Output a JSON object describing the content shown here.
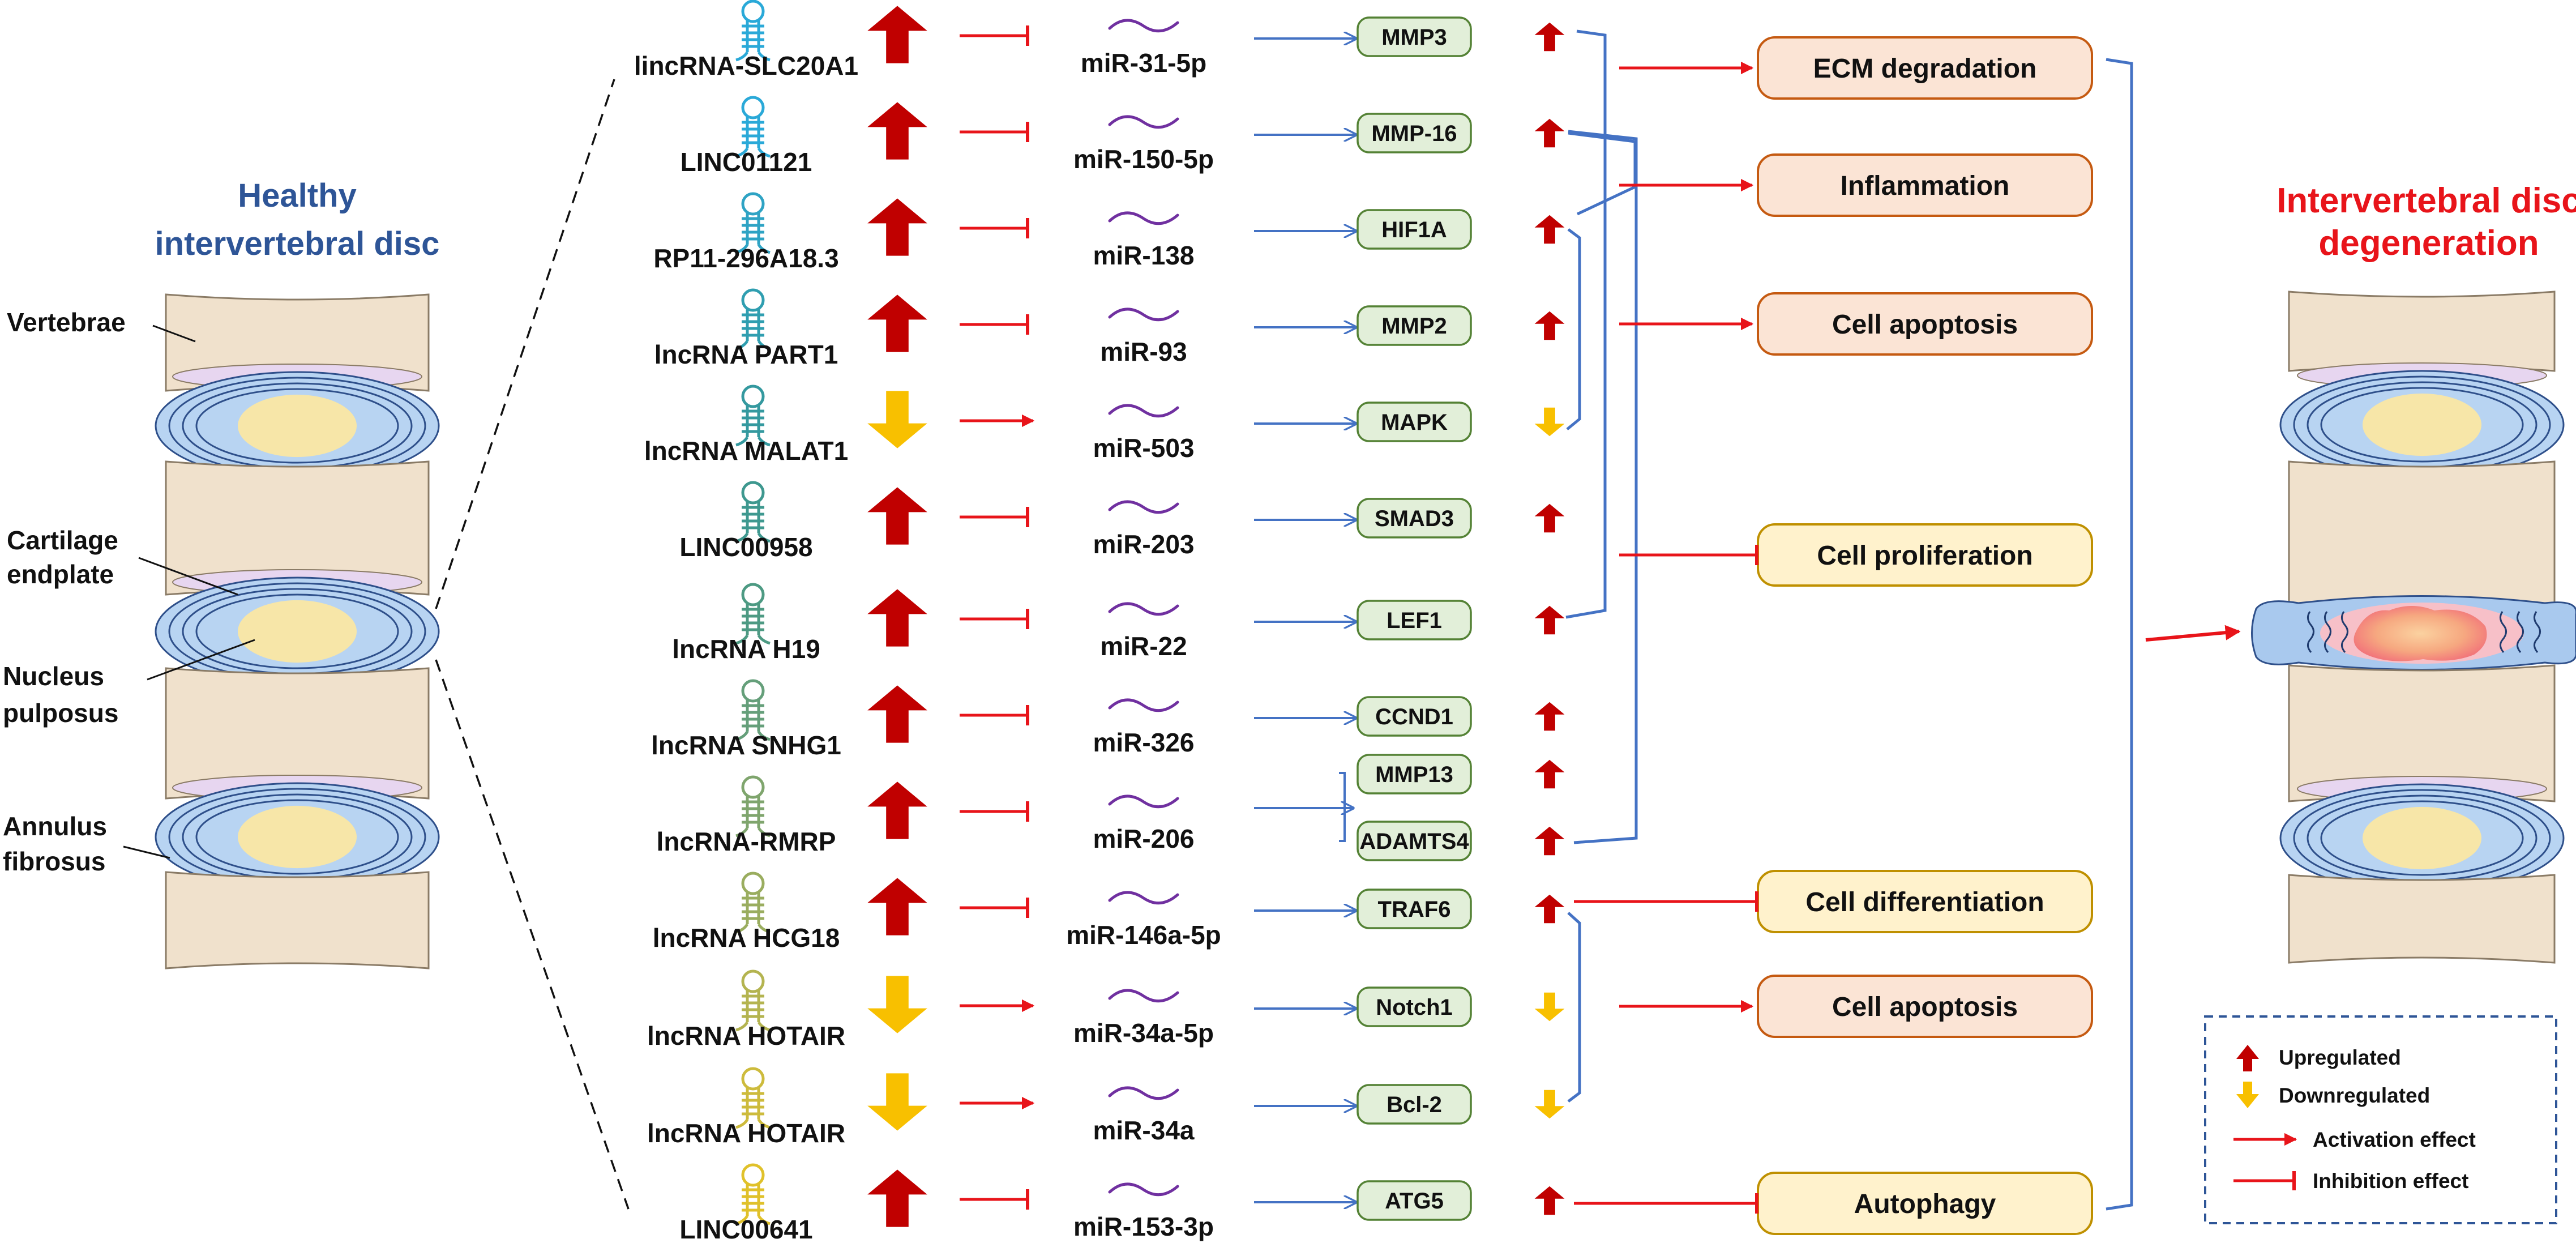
{
  "left": {
    "title_line1": "Healthy",
    "title_line2": "intervertebral disc",
    "labels": {
      "vertebrae": "Vertebrae",
      "cartilage_line1": "Cartilage",
      "cartilage_line2": "endplate",
      "nucleus_line1": "Nucleus",
      "nucleus_line2": "pulposus",
      "annulus_line1": "Annulus",
      "annulus_line2": "fibrosus"
    }
  },
  "right": {
    "title_line1": "Intervertebral disc",
    "title_line2": "degeneration"
  },
  "colors": {
    "title_blue": "#2e5597",
    "title_red": "#e8141a",
    "up_arrow": "#c00000",
    "down_arrow": "#f8c000",
    "red_line": "#e8141a",
    "blue_line": "#4472c4",
    "mirna_purple": "#7030a0",
    "target_fill": "#e2efd9",
    "target_border": "#548235",
    "outcome_orange_fill": "#fbe4d5",
    "outcome_orange_border": "#c55a11",
    "outcome_yellow_fill": "#fff2cc",
    "outcome_yellow_border": "#bf9000"
  },
  "rows": [
    {
      "lnc": "lincRNA-SLC20A1",
      "lnc_dir": "up",
      "effect": "inhibition",
      "mirna": "miR-31-5p",
      "target": "MMP3",
      "target_dir": "up",
      "icon_color": "#2aa9d8"
    },
    {
      "lnc": "LINC01121",
      "lnc_dir": "up",
      "effect": "inhibition",
      "mirna": "miR-150-5p",
      "target": "MMP-16",
      "target_dir": "up",
      "icon_color": "#2aa9d8"
    },
    {
      "lnc": "RP11-296A18.3",
      "lnc_dir": "up",
      "effect": "inhibition",
      "mirna": "miR-138",
      "target": "HIF1A",
      "target_dir": "up",
      "icon_color": "#2ea3c4"
    },
    {
      "lnc": "lncRNA PART1",
      "lnc_dir": "up",
      "effect": "inhibition",
      "mirna": "miR-93",
      "target": "MMP2",
      "target_dir": "up",
      "icon_color": "#2f9eb0"
    },
    {
      "lnc": "lncRNA MALAT1",
      "lnc_dir": "down",
      "effect": "activation",
      "mirna": "miR-503",
      "target": "MAPK",
      "target_dir": "down",
      "icon_color": "#34999f"
    },
    {
      "lnc": "LINC00958",
      "lnc_dir": "up",
      "effect": "inhibition",
      "mirna": "miR-203",
      "target": "SMAD3",
      "target_dir": "up",
      "icon_color": "#3e988f"
    },
    {
      "lnc": "lncRNA H19",
      "lnc_dir": "up",
      "effect": "inhibition",
      "mirna": "miR-22",
      "target": "LEF1",
      "target_dir": "up",
      "icon_color": "#4d9a83"
    },
    {
      "lnc": "lncRNA SNHG1",
      "lnc_dir": "up",
      "effect": "inhibition",
      "mirna": "miR-326",
      "target": "CCND1",
      "target_dir": "up",
      "icon_color": "#659f7a"
    },
    {
      "lnc": "lncRNA-RMRP",
      "lnc_dir": "up",
      "effect": "inhibition",
      "mirna": "miR-206",
      "target": "",
      "target_dir": "",
      "icon_color": "#7fa56d"
    },
    {
      "lnc": "lncRNA HCG18",
      "lnc_dir": "up",
      "effect": "inhibition",
      "mirna": "miR-146a-5p",
      "target": "TRAF6",
      "target_dir": "up",
      "icon_color": "#9aad5f"
    },
    {
      "lnc": "lncRNA HOTAIR",
      "lnc_dir": "down",
      "effect": "activation",
      "mirna": "miR-34a-5p",
      "target": "Notch1",
      "target_dir": "down",
      "icon_color": "#b4b450"
    },
    {
      "lnc": "lncRNA HOTAIR",
      "lnc_dir": "down",
      "effect": "activation",
      "mirna": "miR-34a",
      "target": "Bcl-2",
      "target_dir": "down",
      "icon_color": "#cdbb3c"
    },
    {
      "lnc": "LINC00641",
      "lnc_dir": "up",
      "effect": "inhibition",
      "mirna": "miR-153-3p",
      "target": "ATG5",
      "target_dir": "up",
      "icon_color": "#e0c12a"
    }
  ],
  "rmrp_targets": [
    {
      "label": "MMP13",
      "dir": "up"
    },
    {
      "label": "ADAMTS4",
      "dir": "up"
    }
  ],
  "outcomes": [
    {
      "label": "ECM degradation",
      "style": "orange",
      "effect": "activation"
    },
    {
      "label": "Inflammation",
      "style": "orange",
      "effect": "activation"
    },
    {
      "label": "Cell apoptosis",
      "style": "orange",
      "effect": "activation"
    },
    {
      "label": "Cell proliferation",
      "style": "yellow",
      "effect": "inhibition"
    },
    {
      "label": "Cell differentiation",
      "style": "yellow",
      "effect": "inhibition"
    },
    {
      "label": "Cell apoptosis",
      "style": "orange",
      "effect": "activation"
    },
    {
      "label": "Autophagy",
      "style": "yellow",
      "effect": "inhibition"
    }
  ],
  "legend": {
    "up": "Upregulated",
    "down": "Downregulated",
    "activation": "Activation effect",
    "inhibition": "Inhibition effect"
  }
}
